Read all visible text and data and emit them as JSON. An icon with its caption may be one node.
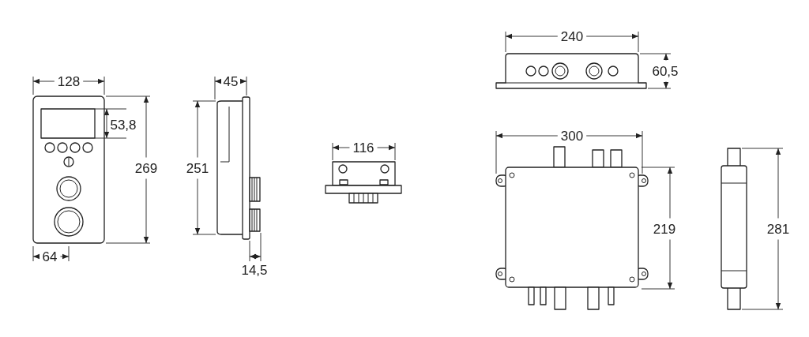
{
  "diagram": {
    "labels": [
      "128",
      "53,8",
      "269",
      "64",
      "45",
      "251",
      "14,5",
      "116",
      "240",
      "60,5",
      "300",
      "219",
      "281"
    ]
  }
}
